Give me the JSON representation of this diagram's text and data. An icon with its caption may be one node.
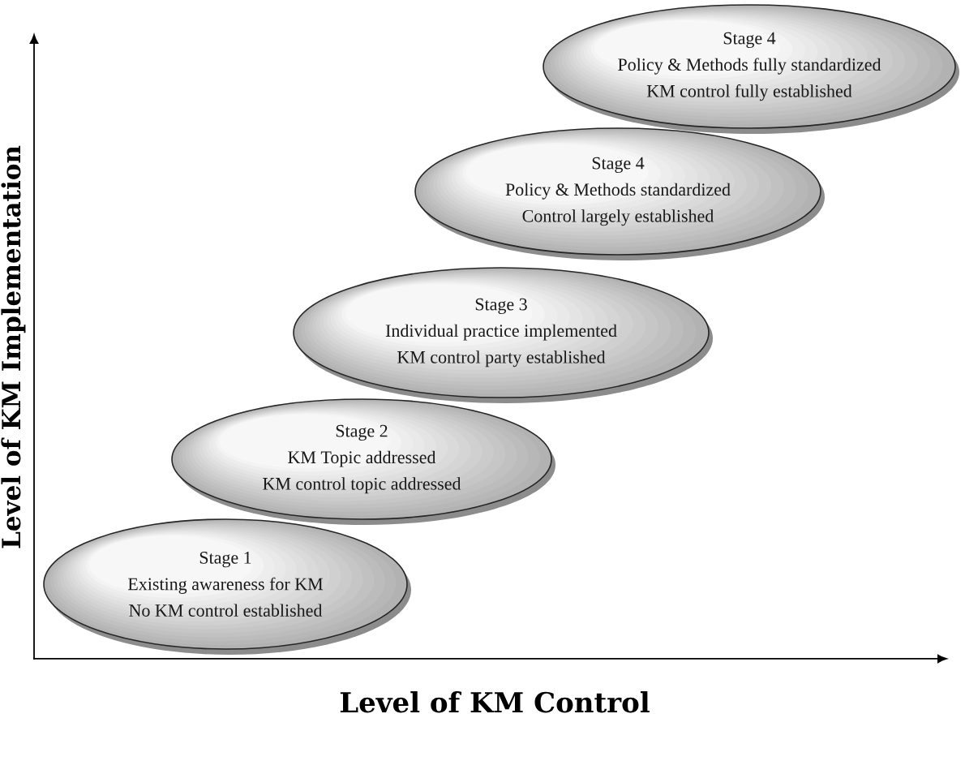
{
  "diagram": {
    "nodes": [
      {
        "text": [
          "Stage 1",
          "Existing awareness for KM",
          "No KM control established"
        ]
      },
      {
        "text": [
          "Stage 2",
          "KM Topic addressed",
          "KM control topic addressed"
        ]
      },
      {
        "text": [
          "Stage 3",
          "Individual practice implemented",
          "KM control party established"
        ]
      },
      {
        "text": [
          "Stage 4",
          "Policy & Methods standardized",
          "Control largely established"
        ]
      },
      {
        "text": [
          "Stage 4",
          "Policy & Methods fully standardized",
          "KM control fully established"
        ]
      }
    ],
    "labels": [
      "Level of KM Implementation",
      "Level of KM Control"
    ]
  }
}
